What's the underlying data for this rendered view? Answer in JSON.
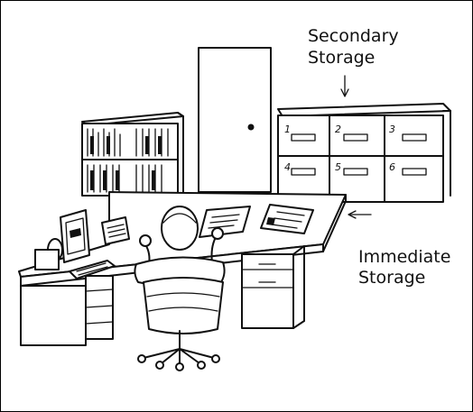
{
  "labels": {
    "secondary_line1": "Secondary",
    "secondary_line2": "Storage",
    "immediate_line1": "Immediate",
    "immediate_line2": "Storage"
  },
  "drawers": [
    "1",
    "2",
    "3",
    "4",
    "5",
    "6"
  ],
  "colors": {
    "ink": "#111111",
    "paper": "#ffffff"
  }
}
